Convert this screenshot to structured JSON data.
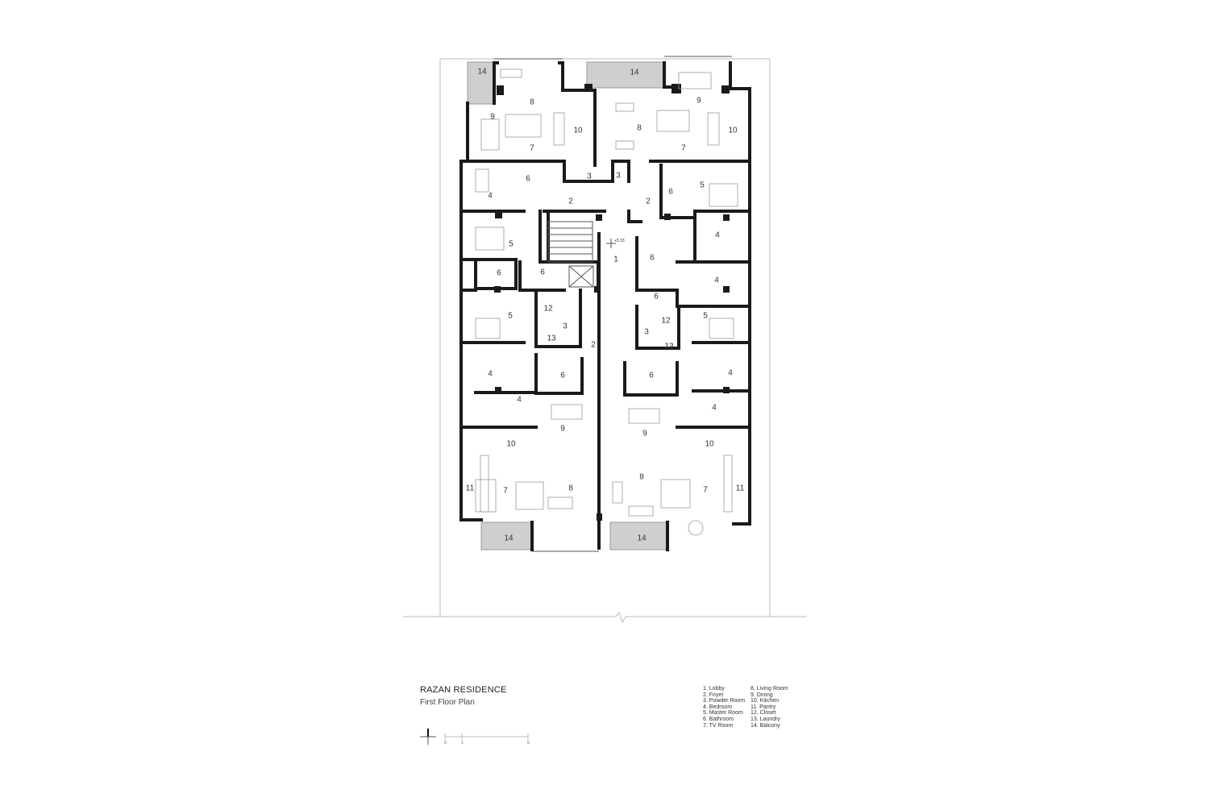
{
  "title": "RAZAN RESIDENCE",
  "subtitle": "First Floor Plan",
  "elevation_mark": "+5.33",
  "room_labels": [
    "14",
    "8",
    "9",
    "10",
    "7",
    "14",
    "8",
    "9",
    "10",
    "7",
    "3",
    "3",
    "6",
    "4",
    "2",
    "2",
    "6",
    "5",
    "4",
    "5",
    "1",
    "6",
    "6",
    "6",
    "4",
    "6",
    "12",
    "5",
    "5",
    "3",
    "12",
    "3",
    "13",
    "13",
    "2",
    "4",
    "6",
    "6",
    "4",
    "4",
    "4",
    "9",
    "9",
    "10",
    "10",
    "11",
    "7",
    "8",
    "8",
    "7",
    "11",
    "14",
    "14"
  ],
  "legend_col1": [
    "1. Lobby",
    "2. Foyer",
    "3. Powder Room",
    "4. Bedroom",
    "5. Master Room",
    "6. Bathroom",
    "7. TV Room"
  ],
  "legend_col2": [
    "8. Living Room",
    "9. Dining",
    "10. Kitchen",
    "11. Pantry",
    "12. Closet",
    "13. Laundry",
    "14. Balcony"
  ],
  "scale_ticks": [
    "0",
    "1",
    "5"
  ]
}
